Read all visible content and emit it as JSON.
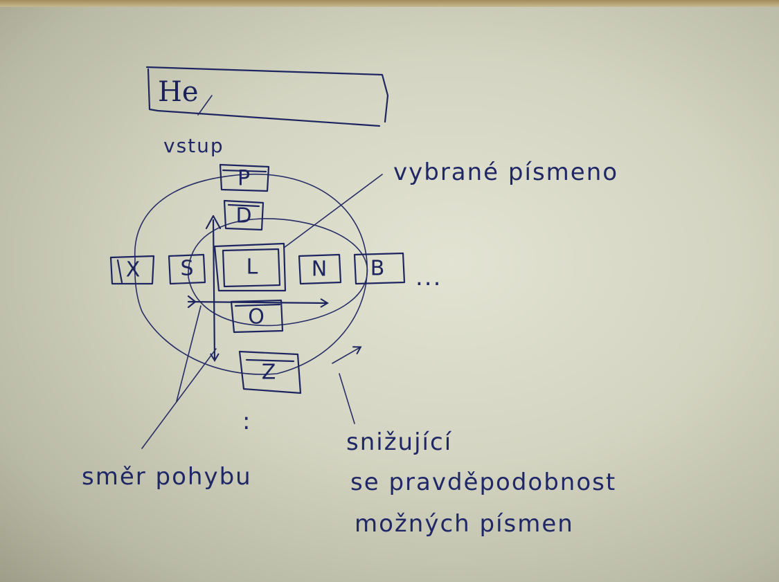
{
  "input_box": {
    "text": "He",
    "label": "vstup"
  },
  "selected_label": "vybrané písmeno",
  "keys": {
    "center": "L",
    "up1": "D",
    "up2": "P",
    "down1": "O",
    "down2": "Z",
    "left1": "S",
    "left2": "X",
    "right1": "N",
    "right2": "B"
  },
  "continuation": {
    "right": "...",
    "down": ":"
  },
  "labels": {
    "direction": "směr pohybu",
    "probability_line1": "snižující",
    "probability_line2": "se pravděpodobnost",
    "probability_line3": "možných písmen"
  },
  "colors": {
    "ink": "#1d2560",
    "paper": "#d8d9c6"
  }
}
